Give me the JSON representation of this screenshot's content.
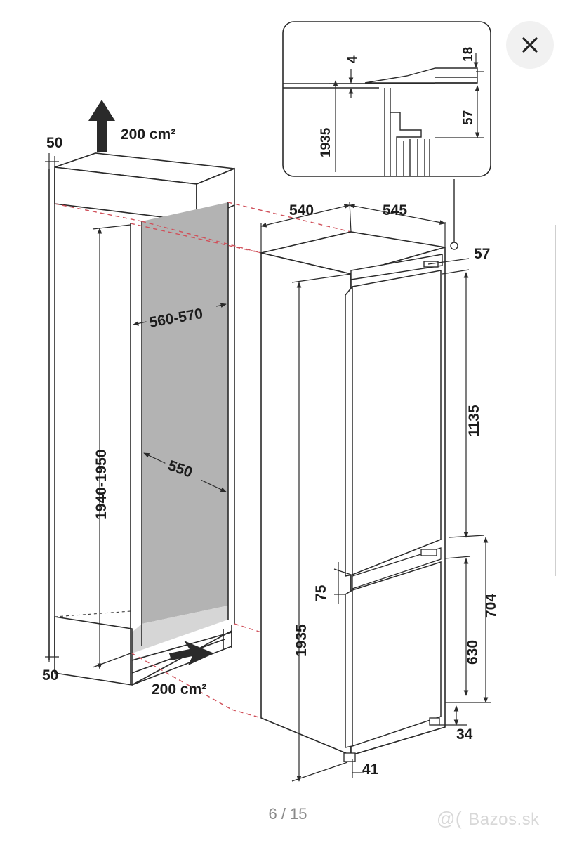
{
  "viewer": {
    "close_icon_glyph": "×",
    "page_counter": "6 / 15",
    "watermark_at": "@(",
    "watermark_text": "Bazos.sk",
    "colors": {
      "background": "#ffffff",
      "line": "#2a2a2a",
      "cavity_fill": "#b3b3b3",
      "dashed_red": "#d0505a",
      "close_button_bg": "#f1f1f1",
      "page_counter": "#8a8a8a",
      "watermark": "#d8d8d8"
    }
  },
  "drawing": {
    "niche": {
      "vent_top_area": "200 cm²",
      "vent_bottom_area": "200 cm²",
      "top_clearance": "50",
      "bottom_clearance": "50",
      "niche_height": "1940-1950",
      "niche_width": "560-570",
      "niche_depth": "550"
    },
    "appliance": {
      "depth_label_left": "540",
      "depth_label_right": "545",
      "top_offset": "57",
      "fridge_door_height": "1135",
      "freezer_section_height": "704",
      "gap": "75",
      "freezer_door_height": "630",
      "total_height": "1935",
      "plinth": "34",
      "foot": "41"
    },
    "detail_inset": {
      "height": "1935",
      "gap": "4",
      "thickness": "18",
      "offset": "57"
    }
  }
}
